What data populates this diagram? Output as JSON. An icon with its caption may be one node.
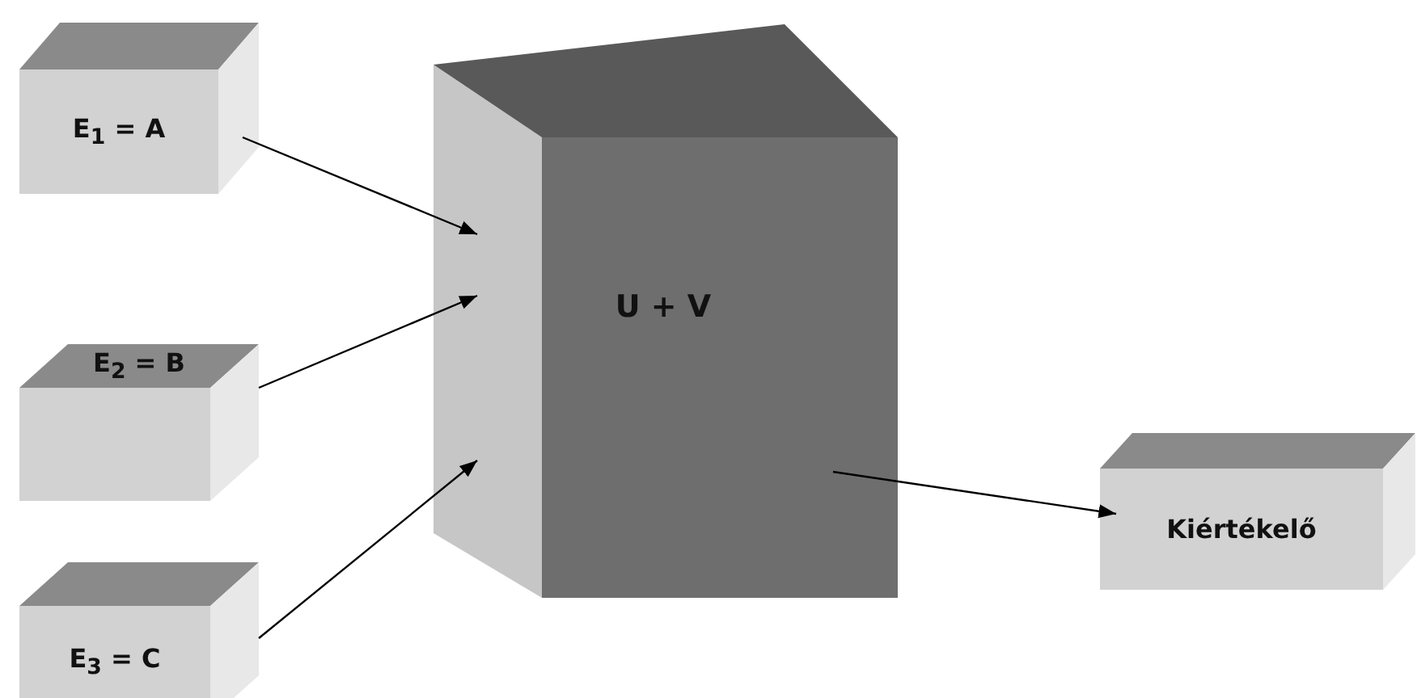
{
  "diagram": {
    "nodes": [
      {
        "text": [
          "E$_{1}$ = A"
        ]
      },
      {
        "text": [
          "E$_{2}$ = B"
        ]
      },
      {
        "text": [
          "E$_{3}$ = C"
        ]
      },
      {
        "text": [
          "U + V"
        ]
      },
      {
        "text": [
          "Kiértékelő"
        ]
      }
    ],
    "edges": [
      {
        "from": 0,
        "to": 3,
        "arrow": "to"
      },
      {
        "from": 1,
        "to": 3,
        "arrow": "to"
      },
      {
        "from": 2,
        "to": 3,
        "arrow": "to"
      },
      {
        "from": 3,
        "to": 4,
        "arrow": "to"
      }
    ]
  }
}
